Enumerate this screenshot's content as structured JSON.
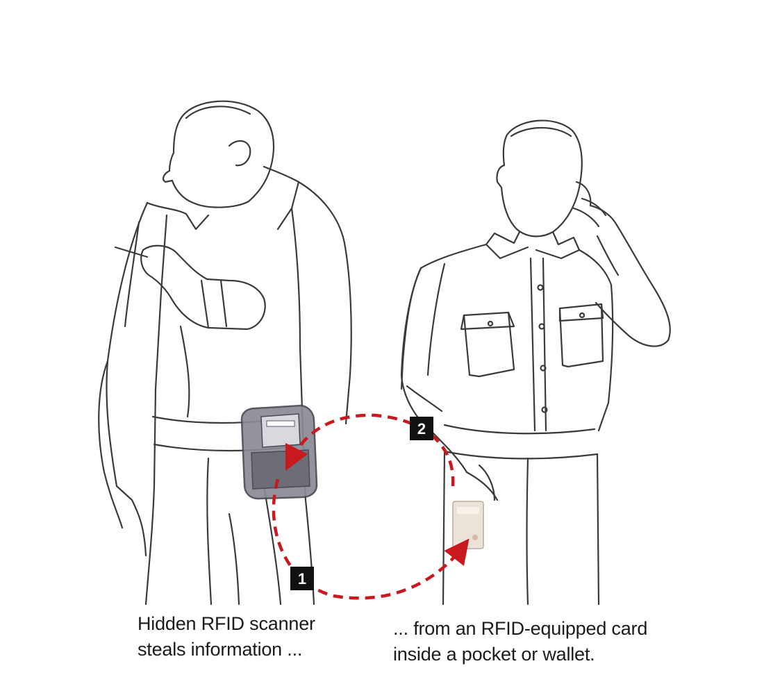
{
  "diagram": {
    "steps": [
      {
        "number": "1"
      },
      {
        "number": "2"
      }
    ],
    "captions": {
      "left": {
        "line1": "Hidden RFID scanner",
        "line2": "steals information ..."
      },
      "right": {
        "line1": "... from an RFID-equipped card",
        "line2": "inside a pocket or wallet."
      }
    },
    "colors": {
      "arrow": "#c8191f",
      "outline": "#3a3a3a",
      "scanner": "#6d6d78",
      "card": "#ece3d8",
      "badge": "#111111"
    }
  }
}
